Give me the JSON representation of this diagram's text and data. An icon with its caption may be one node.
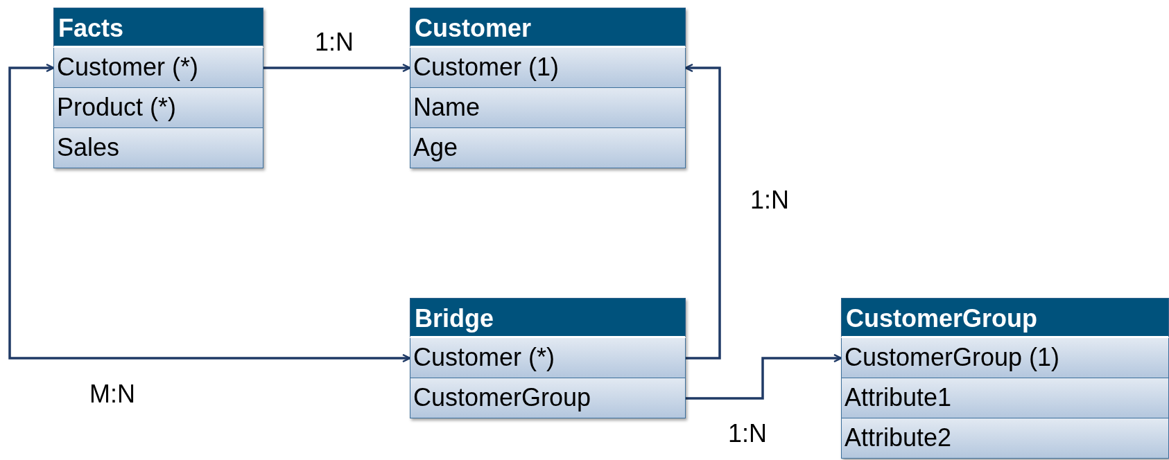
{
  "diagram": {
    "nodes": [
      {
        "text": [
          "Facts"
        ]
      },
      {
        "text": [
          "Customer (*)"
        ],
        "in": 0
      },
      {
        "text": [
          "Product (*)"
        ],
        "in": 0
      },
      {
        "text": [
          "Sales"
        ],
        "in": 0
      },
      {
        "text": [
          "Customer"
        ]
      },
      {
        "text": [
          "Customer (1)"
        ],
        "in": 4
      },
      {
        "text": [
          "Name"
        ],
        "in": 4
      },
      {
        "text": [
          "Age"
        ],
        "in": 4
      },
      {
        "text": [
          "Bridge"
        ]
      },
      {
        "text": [
          "Customer (*)"
        ],
        "in": 8
      },
      {
        "text": [
          "CustomerGroup"
        ],
        "in": 8
      },
      {
        "text": [
          "CustomerGroup"
        ]
      },
      {
        "text": [
          "CustomerGroup (1)"
        ],
        "in": 11
      },
      {
        "text": [
          "Attribute1"
        ],
        "in": 11
      },
      {
        "text": [
          "Attribute2"
        ],
        "in": 11
      }
    ],
    "edges": [
      {
        "from": 1,
        "to": 5,
        "arrow": "to",
        "label": "1:N"
      },
      {
        "from": 9,
        "to": 5,
        "arrow": "to",
        "label": "1:N"
      },
      {
        "from": 1,
        "to": 9,
        "arrow": "both",
        "label": "M:N"
      },
      {
        "from": 10,
        "to": 12,
        "arrow": "to",
        "label": "1:N"
      }
    ]
  }
}
